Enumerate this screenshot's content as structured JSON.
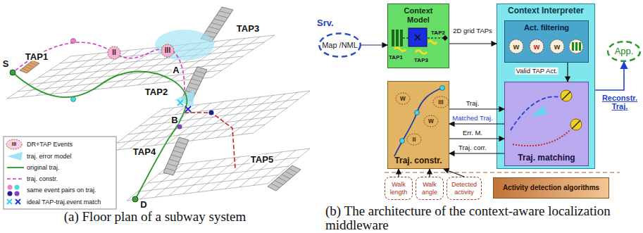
{
  "diagram": {
    "nodes": [
      {
        "text": [
          "Srv.",
          "Map /NML"
        ]
      },
      {
        "text": [
          "Context Model"
        ]
      },
      {
        "text": [
          "Context Interpreter"
        ]
      },
      {
        "text": [
          "Act. filtering"
        ],
        "in": 2
      },
      {
        "text": [
          "Traj. matching"
        ],
        "in": 2
      },
      {
        "text": [
          "Traj. constr."
        ]
      },
      {
        "text": [
          "App."
        ]
      },
      {
        "text": [
          "Walk length"
        ]
      },
      {
        "text": [
          "Walk angle"
        ]
      },
      {
        "text": [
          "Detected activity"
        ]
      },
      {
        "text": [
          "Activity detection algorithms"
        ]
      }
    ],
    "edges": [
      {
        "from": 0,
        "to": 1,
        "arrow": "to"
      },
      {
        "from": 1,
        "to": 2,
        "label": "2D grid TAPs",
        "arrow": "to"
      },
      {
        "from": 3,
        "to": 4,
        "label": "Valid TAP Act.",
        "arrow": "to"
      },
      {
        "from": 5,
        "to": 4,
        "label": "Traj.",
        "arrow": "to"
      },
      {
        "from": 4,
        "to": 5,
        "label": "Matched Traj.",
        "arrow": "to"
      },
      {
        "from": 5,
        "to": 4,
        "label": "Err. M.",
        "arrow": "to"
      },
      {
        "from": 4,
        "to": 5,
        "label": "Traj. corr.",
        "arrow": "to"
      },
      {
        "from": 2,
        "to": 6,
        "label": "Reconstr. Traj.",
        "arrow": "to"
      },
      {
        "from": 7,
        "to": 5,
        "arrow": "to"
      },
      {
        "from": 8,
        "to": 5,
        "arrow": "to"
      },
      {
        "from": 9,
        "to": 5,
        "arrow": "to"
      }
    ],
    "labels": [
      "S",
      "TAP1",
      "TAP3",
      "II",
      "III",
      "A",
      "TAP2",
      "B",
      "TAP4",
      "TAP5",
      "D",
      "III",
      "TAP1",
      "TAP2",
      "TAP3",
      "w",
      "w",
      "w",
      "II",
      "w",
      "III",
      "w",
      "(a) Floor plan of a subway system",
      "(b) The architecture of the context-aware localization middleware"
    ],
    "legend": [
      {
        "text": "DR+TAP Events"
      },
      {
        "text": "traj. error model"
      },
      {
        "text": "original traj."
      },
      {
        "text": "traj. constr."
      },
      {
        "text": "same event pairs on traj."
      },
      {
        "text": "ideal TAP-traj.event match"
      }
    ]
  }
}
